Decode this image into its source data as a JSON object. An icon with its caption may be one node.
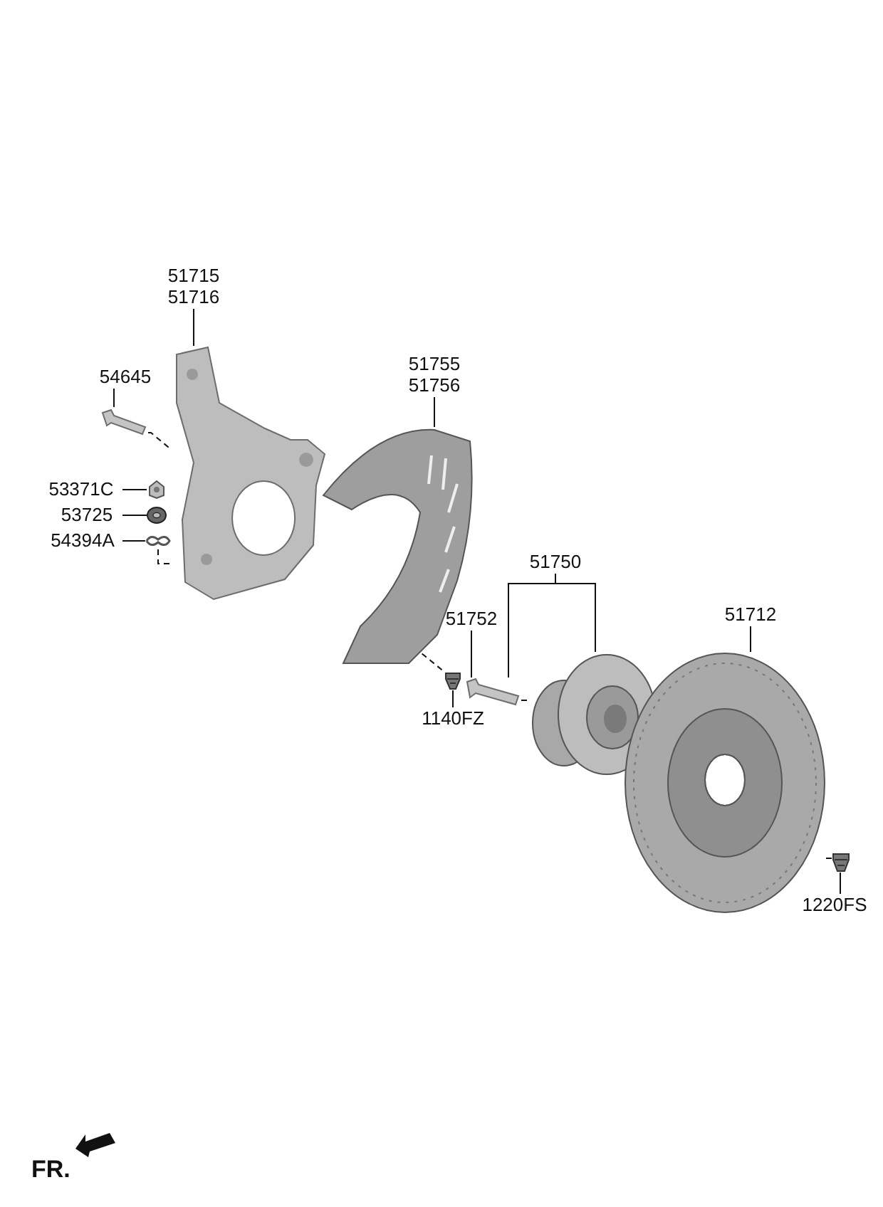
{
  "diagram": {
    "nodes": [
      {
        "text": [
          "51715 51716"
        ]
      },
      {
        "text": [],
        "shape": "picture"
      },
      {
        "text": [
          "54645"
        ]
      },
      {
        "text": [],
        "shape": "picture"
      },
      {
        "text": [
          "53371C"
        ]
      },
      {
        "text": [],
        "shape": "picture"
      },
      {
        "text": [
          "53725"
        ]
      },
      {
        "text": [],
        "shape": "picture"
      },
      {
        "text": [
          "54394A"
        ]
      },
      {
        "text": [],
        "shape": "picture"
      },
      {
        "text": [
          "51755 51756"
        ]
      },
      {
        "text": [],
        "shape": "picture"
      },
      {
        "text": [
          "1140FZ"
        ]
      },
      {
        "text": [],
        "shape": "picture"
      },
      {
        "text": [
          "51750"
        ]
      },
      {
        "text": [
          "51752"
        ]
      },
      {
        "text": [],
        "shape": "picture"
      },
      {
        "text": [],
        "shape": "picture"
      },
      {
        "text": [
          "51712"
        ]
      },
      {
        "text": [],
        "shape": "picture"
      },
      {
        "text": [
          "1220FS"
        ]
      },
      {
        "text": [],
        "shape": "picture"
      }
    ],
    "edges": [
      {
        "from": 0,
        "to": 1,
        "arrow": "none"
      },
      {
        "from": 2,
        "to": 3,
        "arrow": "none"
      },
      {
        "from": 4,
        "to": 5,
        "arrow": "none"
      },
      {
        "from": 6,
        "to": 7,
        "arrow": "none"
      },
      {
        "from": 8,
        "to": 9,
        "arrow": "none"
      },
      {
        "from": 10,
        "to": 11,
        "arrow": "none"
      },
      {
        "from": 12,
        "to": 13,
        "arrow": "none"
      },
      {
        "from": 14,
        "to": 17,
        "arrow": "none"
      },
      {
        "from": 14,
        "to": 16,
        "arrow": "none"
      },
      {
        "from": 15,
        "to": 16,
        "arrow": "none"
      },
      {
        "from": 18,
        "to": 19,
        "arrow": "none"
      },
      {
        "from": 20,
        "to": 21,
        "arrow": "none"
      },
      {
        "from": 3,
        "to": 1,
        "arrow": "none",
        "style": "dashed"
      },
      {
        "from": 9,
        "to": 1,
        "arrow": "none",
        "style": "dashed"
      },
      {
        "from": 11,
        "to": 13,
        "arrow": "none",
        "style": "dashed"
      },
      {
        "from": 16,
        "to": 17,
        "arrow": "none",
        "style": "dashed"
      },
      {
        "from": 19,
        "to": 21,
        "arrow": "none",
        "style": "dashed"
      }
    ],
    "labels": [
      "FR."
    ]
  }
}
